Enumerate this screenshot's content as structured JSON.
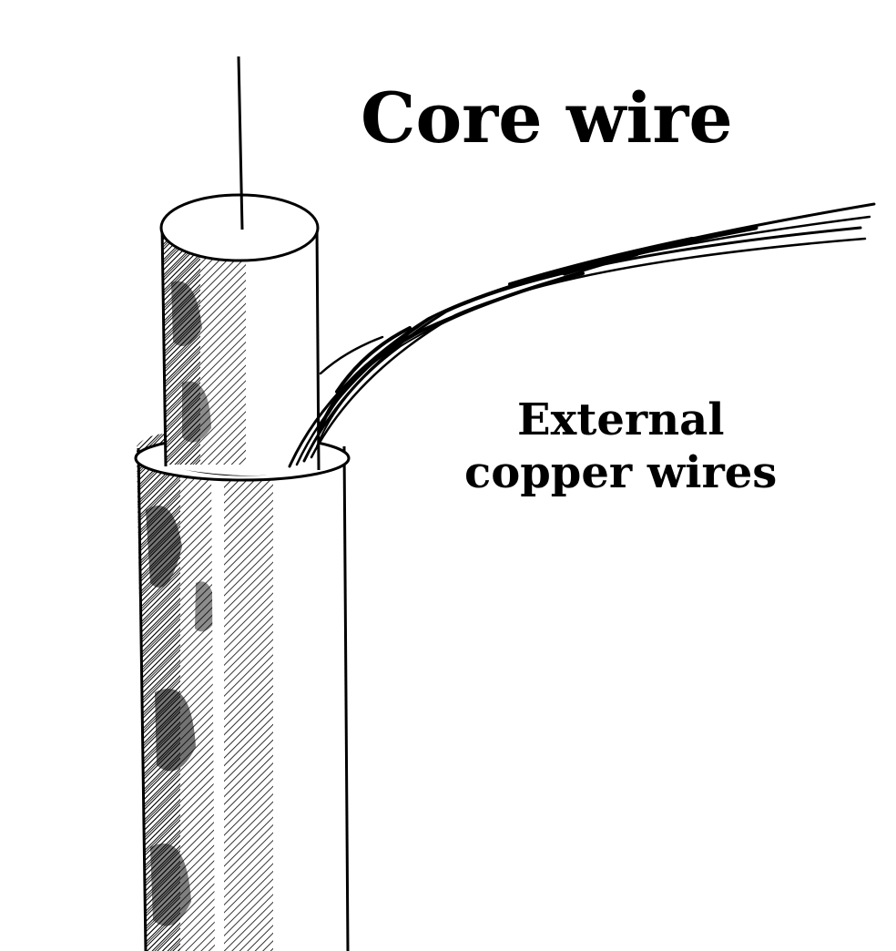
{
  "labels": {
    "core_wire": "Core wire",
    "external_line1": "External",
    "external_line2": "copper wires"
  },
  "colors": {
    "ink": "#000000",
    "paper": "#ffffff"
  }
}
